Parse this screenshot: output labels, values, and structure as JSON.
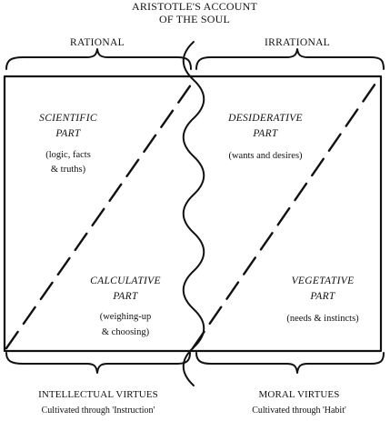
{
  "title": {
    "line1": "ARISTOTLE'S ACCOUNT",
    "line2": "OF THE SOUL"
  },
  "sections": {
    "rational": "RATIONAL",
    "irrational": "IRRATIONAL"
  },
  "parts": {
    "scientific": {
      "name_line1": "SCIENTIFIC",
      "name_line2": "PART",
      "desc_line1": "(logic, facts",
      "desc_line2": "& truths)"
    },
    "desiderative": {
      "name_line1": "DESIDERATIVE",
      "name_line2": "PART",
      "desc_line1": "(wants and desires)"
    },
    "calculative": {
      "name_line1": "CALCULATIVE",
      "name_line2": "PART",
      "desc_line1": "(weighing-up",
      "desc_line2": "& choosing)"
    },
    "vegetative": {
      "name_line1": "VEGETATIVE",
      "name_line2": "PART",
      "desc_line1": "(needs & instincts)"
    }
  },
  "virtues": {
    "intellectual": {
      "label": "INTELLECTUAL VIRTUES",
      "cultivated": "Cultivated through 'Instruction'"
    },
    "moral": {
      "label": "MORAL VIRTUES",
      "cultivated": "Cultivated through 'Habit'"
    }
  },
  "colors": {
    "ink": "#111111",
    "background": "#ffffff"
  }
}
